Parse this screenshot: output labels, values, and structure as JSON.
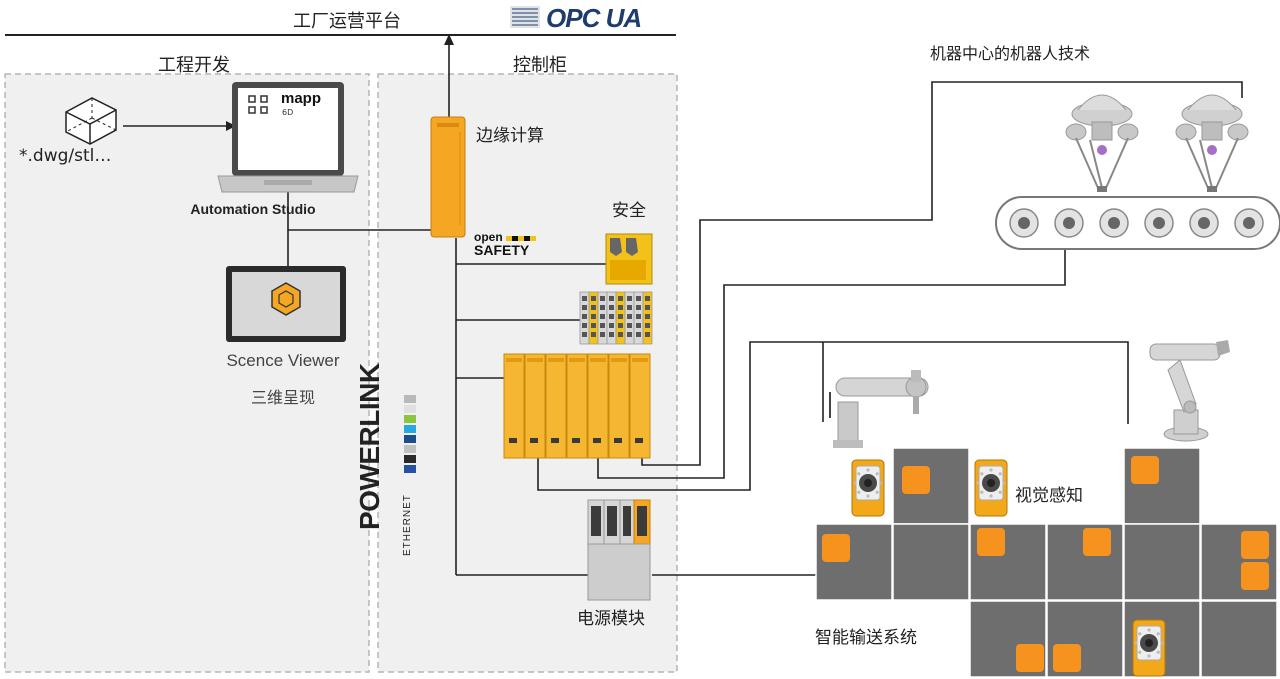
{
  "header": {
    "title": "工厂运营平台",
    "opcua_logo": "OPC UA"
  },
  "panels": {
    "engineering_title": "工程开发",
    "cabinet_title": "控制柜"
  },
  "engineering": {
    "file_label": "*.dwg/stl…",
    "laptop_label": "Automation Studio",
    "mapp_title": "mapp",
    "mapp_sub": "6D",
    "viewer_label": "Scence Viewer",
    "viewer_sub": "三维呈现"
  },
  "cabinet": {
    "edge_label": "边缘计算",
    "safety_label": "安全",
    "opensafety_open": "open",
    "opensafety_safety": "SAFETY",
    "powerlink_top": "ETHERNET",
    "powerlink_main": "POWERLINK",
    "power_label": "电源模块"
  },
  "robots": {
    "title": "机器中心的机器人技术"
  },
  "transport": {
    "vision_label": "视觉感知",
    "system_label": "智能输送系统"
  },
  "colors": {
    "orange": "#f5a623",
    "yellow": "#f2c11a",
    "tile": "#6e6e6e",
    "panel_bg": "#f0f0f0",
    "line": "#222222"
  },
  "icons": {
    "cube": "cube-icon",
    "laptop": "laptop-icon",
    "monitor": "monitor-icon",
    "robot": "delta-robot-icon",
    "arm": "robot-arm-icon",
    "camera": "vision-camera-icon"
  }
}
